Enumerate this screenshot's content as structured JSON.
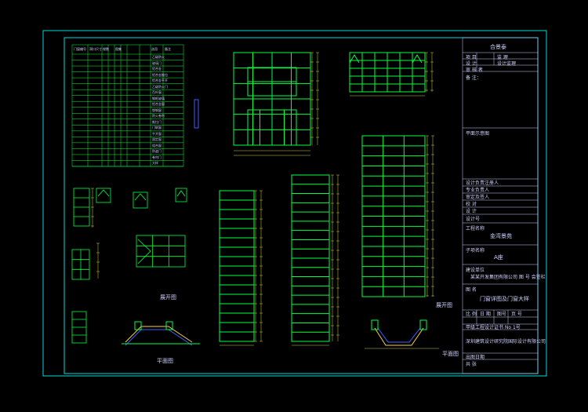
{
  "title_block": {
    "company": "合景泰",
    "row_1": [
      "项 目",
      "监  理"
    ],
    "row_2": [
      "设 计",
      "设计监理"
    ],
    "row_3": "审 核 者",
    "remark_label": "备 注：",
    "stamp_label": "平面示意图",
    "sig_rows": [
      "设计负责注册人",
      "专业负责人",
      "审定及签人",
      "校  对",
      "设 计",
      "设计号"
    ],
    "project_label": "工程名称",
    "project_value": "金湾景苑",
    "sub_label": "子项名称",
    "sub_value": "A座",
    "owner_label": "建设单位",
    "owner_value": "某某开发集团有限公司    图 号  会签栏",
    "drawing_label": "图  名",
    "drawing_value": "门窗详图及门窗大样",
    "scale_row": [
      "比 例",
      "日 期",
      "图号",
      "页 号"
    ],
    "cert_row": "甲级工程设计证书 No 1号",
    "institute": "深圳建筑设计研究院国际设计有限公司",
    "sheet_row_1": "出图日期",
    "sheet_row_2": "共  张"
  },
  "schedule_table": {
    "headers": [
      "门窗编号",
      "洞口尺寸",
      "樘数",
      "图集",
      "选用",
      "备注"
    ],
    "remarks": [
      "乙级防火",
      "玻璃门",
      "铝合金",
      "铝合金推拉",
      "铝合金平开",
      "乙级防火门",
      "百叶窗",
      "钢框玻璃",
      "铝合金窗",
      "塑钢窗",
      "防火卷帘",
      "推拉门",
      "门联窗",
      "平开窗",
      "固定窗",
      "组合窗",
      "防盗门",
      "卷帘门",
      "大样"
    ]
  },
  "elevations": [
    {
      "id": "elev-1"
    },
    {
      "id": "elev-2"
    },
    {
      "id": "elev-3"
    },
    {
      "id": "elev-4"
    },
    {
      "id": "elev-5"
    }
  ],
  "section_labels": {
    "front_elevation": "展开图",
    "plan_left": "平面图",
    "plan_right": "平面图",
    "side_elevation": "展开图"
  }
}
